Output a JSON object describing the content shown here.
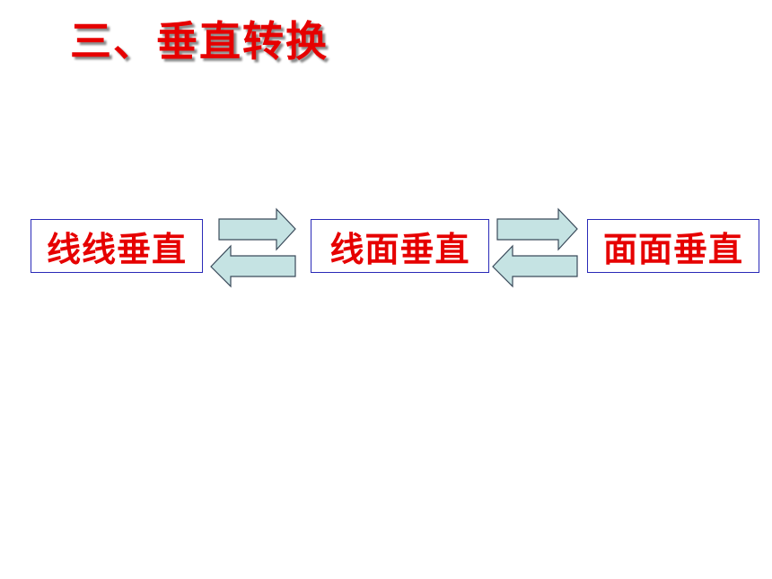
{
  "title": "三、垂直转换",
  "concepts": [
    {
      "label": "线线垂直"
    },
    {
      "label": "线面垂直"
    },
    {
      "label": "面面垂直"
    }
  ],
  "colors": {
    "title": "#e60000",
    "box_text": "#e60000",
    "box_border": "#2a2ab8",
    "arrow_fill": "#c5e3e3",
    "arrow_stroke": "#3a4a5a"
  },
  "arrow_icons": [
    "right-arrow-icon",
    "left-arrow-icon"
  ]
}
